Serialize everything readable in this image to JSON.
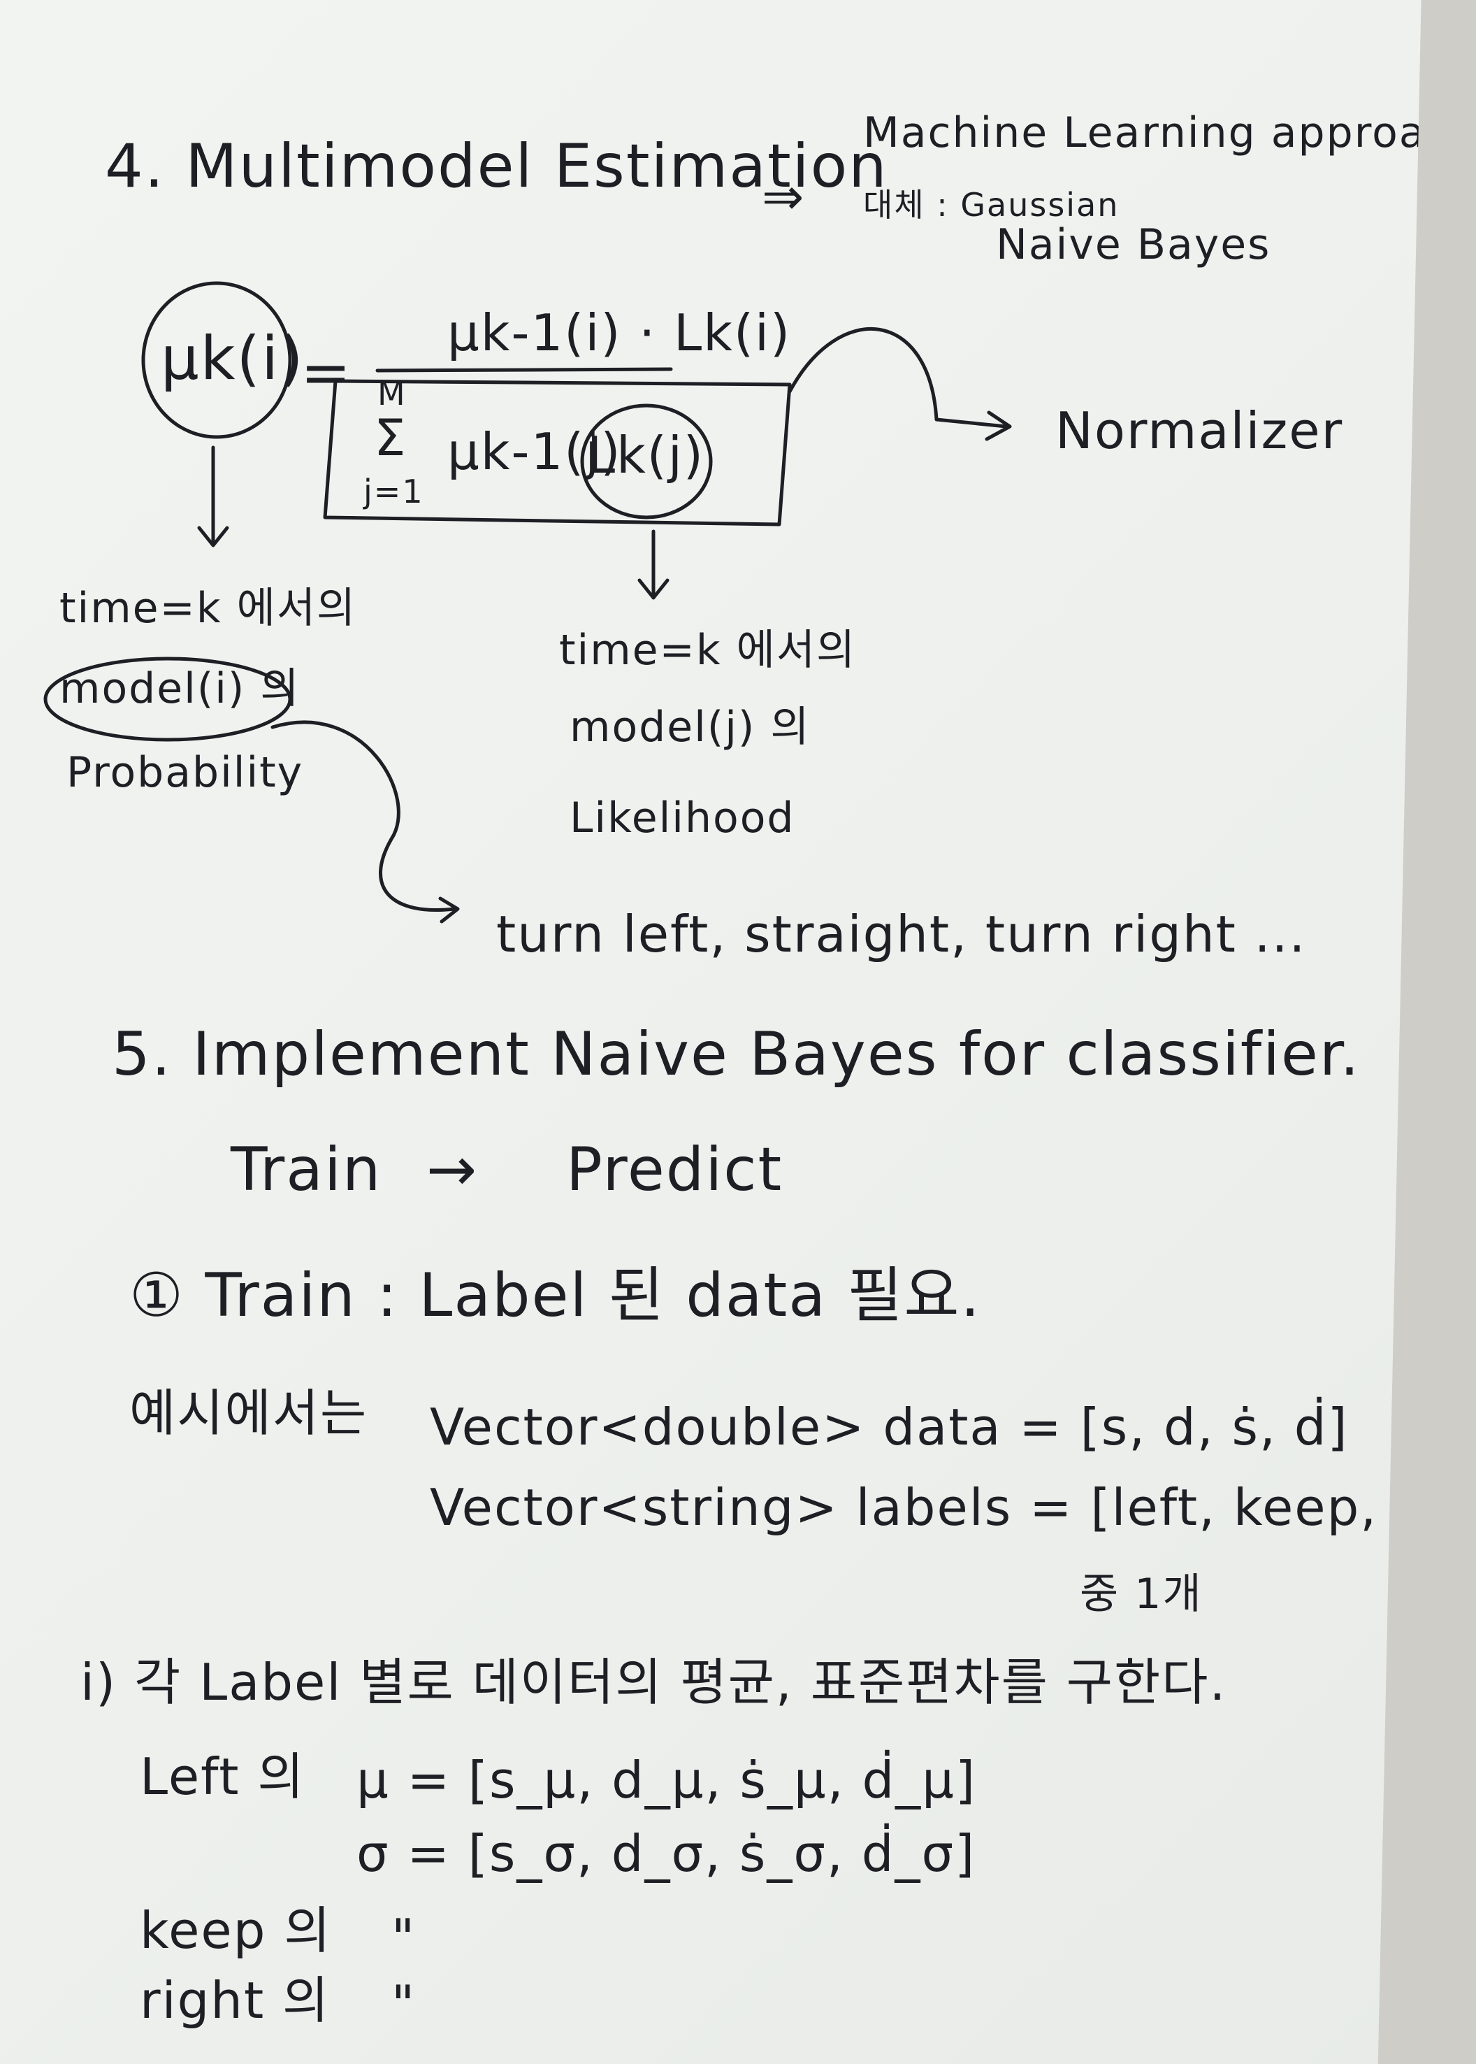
{
  "section4": {
    "heading": "4. Multimodel Estimation",
    "note_line1": "Machine Learning approach로",
    "note_line2": "대체 : Gaussian",
    "note_line3": "Naive Bayes",
    "normalizer": "Normalizer",
    "formula": {
      "lhs": "μk(i)",
      "numerator": "μk-1(i) · Lk(i)",
      "sum_top": "M",
      "sum_symbol": "Σ",
      "sum_bottom": "j=1",
      "denominator_term": "μk-1(j)",
      "likelihood_term": "Lk(j)"
    },
    "left_note": [
      "time=k 에서의",
      "model(i) 의",
      "Probability"
    ],
    "right_note": [
      "time=k 에서의",
      "model(j) 의",
      "Likelihood"
    ],
    "models": "turn left, straight, turn right ..."
  },
  "section5": {
    "heading": "5. Implement Naive Bayes for classifier.",
    "flow_from": "Train",
    "flow_to": "Predict",
    "step1": "① Train : Label 된 data 필요.",
    "example_label": "예시에서는",
    "data_line": "Vector<double> data = [s, d, ṡ, ḋ]",
    "labels_line": "Vector<string> labels = [left, keep, right]",
    "labels_note": "중 1개",
    "step_i": "i) 각 Label 별로 데이터의 평균, 표준편차를 구한다.",
    "left_label": "Left 의",
    "mu_line": "μ = [s_μ, d_μ, ṡ_μ, ḋ_μ]",
    "sigma_line": "σ = [s_σ, d_σ, ṡ_σ, ḋ_σ]",
    "keep_label": "keep 의",
    "right_label": "right 의",
    "ditto": "\""
  }
}
